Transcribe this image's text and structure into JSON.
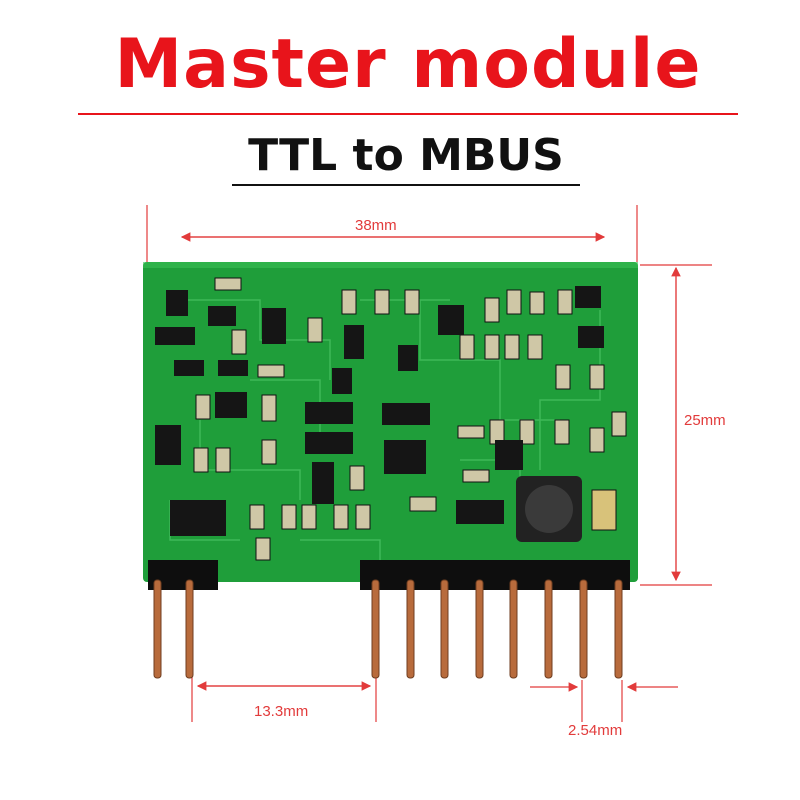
{
  "header": {
    "title": "Master module",
    "subtitle": "TTL to MBUS"
  },
  "dimensions": {
    "width": "38mm",
    "height": "25mm",
    "header_offset": "13.3mm",
    "pin_pitch": "2.54mm"
  },
  "colors": {
    "title_red": "#e8141b",
    "pcb_green": "#1f9e3a",
    "dimension_red": "#e23b3b",
    "pin_copper": "#b86b3c"
  }
}
